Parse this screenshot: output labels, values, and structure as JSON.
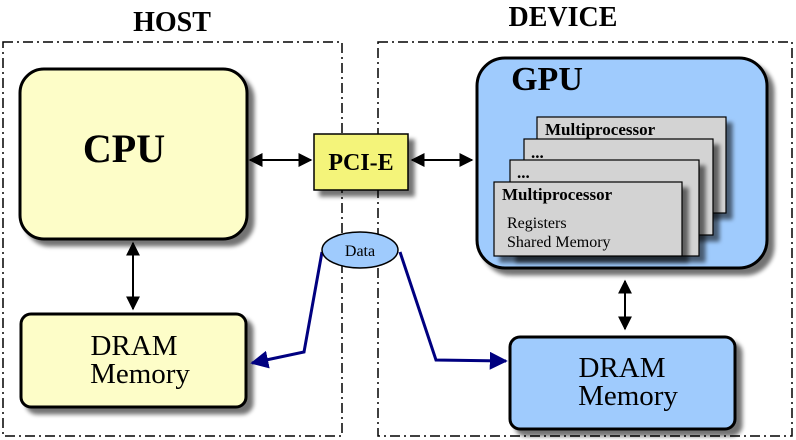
{
  "host": {
    "title": "HOST",
    "cpu_label": "CPU",
    "dram_line1": "DRAM",
    "dram_line2": "Memory"
  },
  "device": {
    "title": "DEVICE",
    "gpu_label": "GPU",
    "multiprocessors": [
      {
        "label": "Multiprocessor"
      },
      {
        "label": "..."
      },
      {
        "label": "..."
      },
      {
        "label": "Multiprocessor",
        "details": [
          "Registers",
          "Shared Memory"
        ]
      }
    ],
    "dram_line1": "DRAM",
    "dram_line2": "Memory"
  },
  "bus": {
    "label": "PCI-E"
  },
  "transfer": {
    "label": "Data"
  },
  "colors": {
    "cpu_fill": "#fdfdc8",
    "dram_host_fill": "#fdfdc8",
    "gpu_fill": "#9fcbfd",
    "dram_device_fill": "#9fcbfd",
    "mp_fill": "#d3d3d3",
    "pcie_fill": "#f4f47a",
    "data_fill": "#9fcbfd",
    "arrow_blue": "#000080"
  }
}
